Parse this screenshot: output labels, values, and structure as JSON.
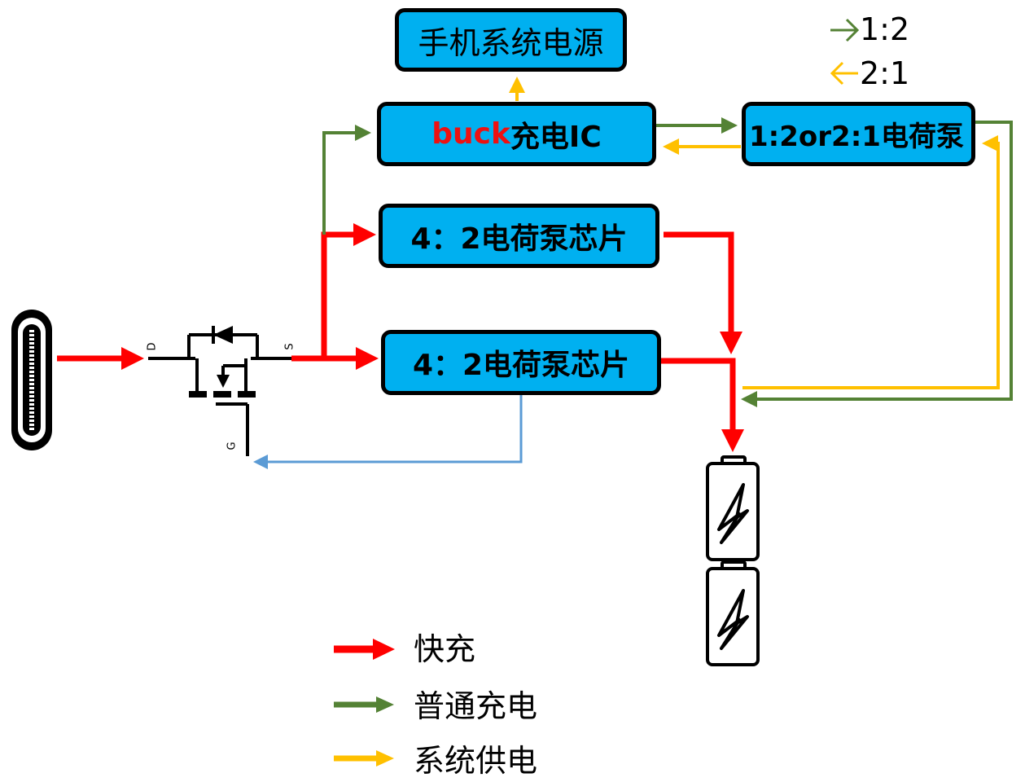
{
  "diagram": {
    "blocks": {
      "system_power": "手机系统电源",
      "buck_prefix": "buck",
      "buck_suffix": "充电IC",
      "charge_pump_12": "1:2or2:1电荷泵",
      "charge_pump_42_top": "4：2电荷泵芯片",
      "charge_pump_42_bottom": "4：2电荷泵芯片"
    },
    "ratio_key": [
      {
        "arrow": "→",
        "label": "1:2",
        "color": "#548235"
      },
      {
        "arrow": "←",
        "label": "2:1",
        "color": "#ffc000"
      }
    ],
    "mosfet_pins": {
      "drain": "D",
      "source": "S",
      "gate": "G"
    },
    "components": {
      "usb_port": "usb-c-port-icon",
      "mosfet": "mosfet-icon",
      "battery_cells": 2
    },
    "legend": [
      {
        "label": "快充",
        "color": "#ff0000"
      },
      {
        "label": "普通充电",
        "color": "#548235"
      },
      {
        "label": "系统供电",
        "color": "#ffc000"
      }
    ],
    "colors": {
      "fast_charge": "#ff0000",
      "normal_charge": "#548235",
      "system_supply": "#ffc000",
      "control": "#5b9bd5",
      "block_fill": "#00b0f0"
    }
  }
}
